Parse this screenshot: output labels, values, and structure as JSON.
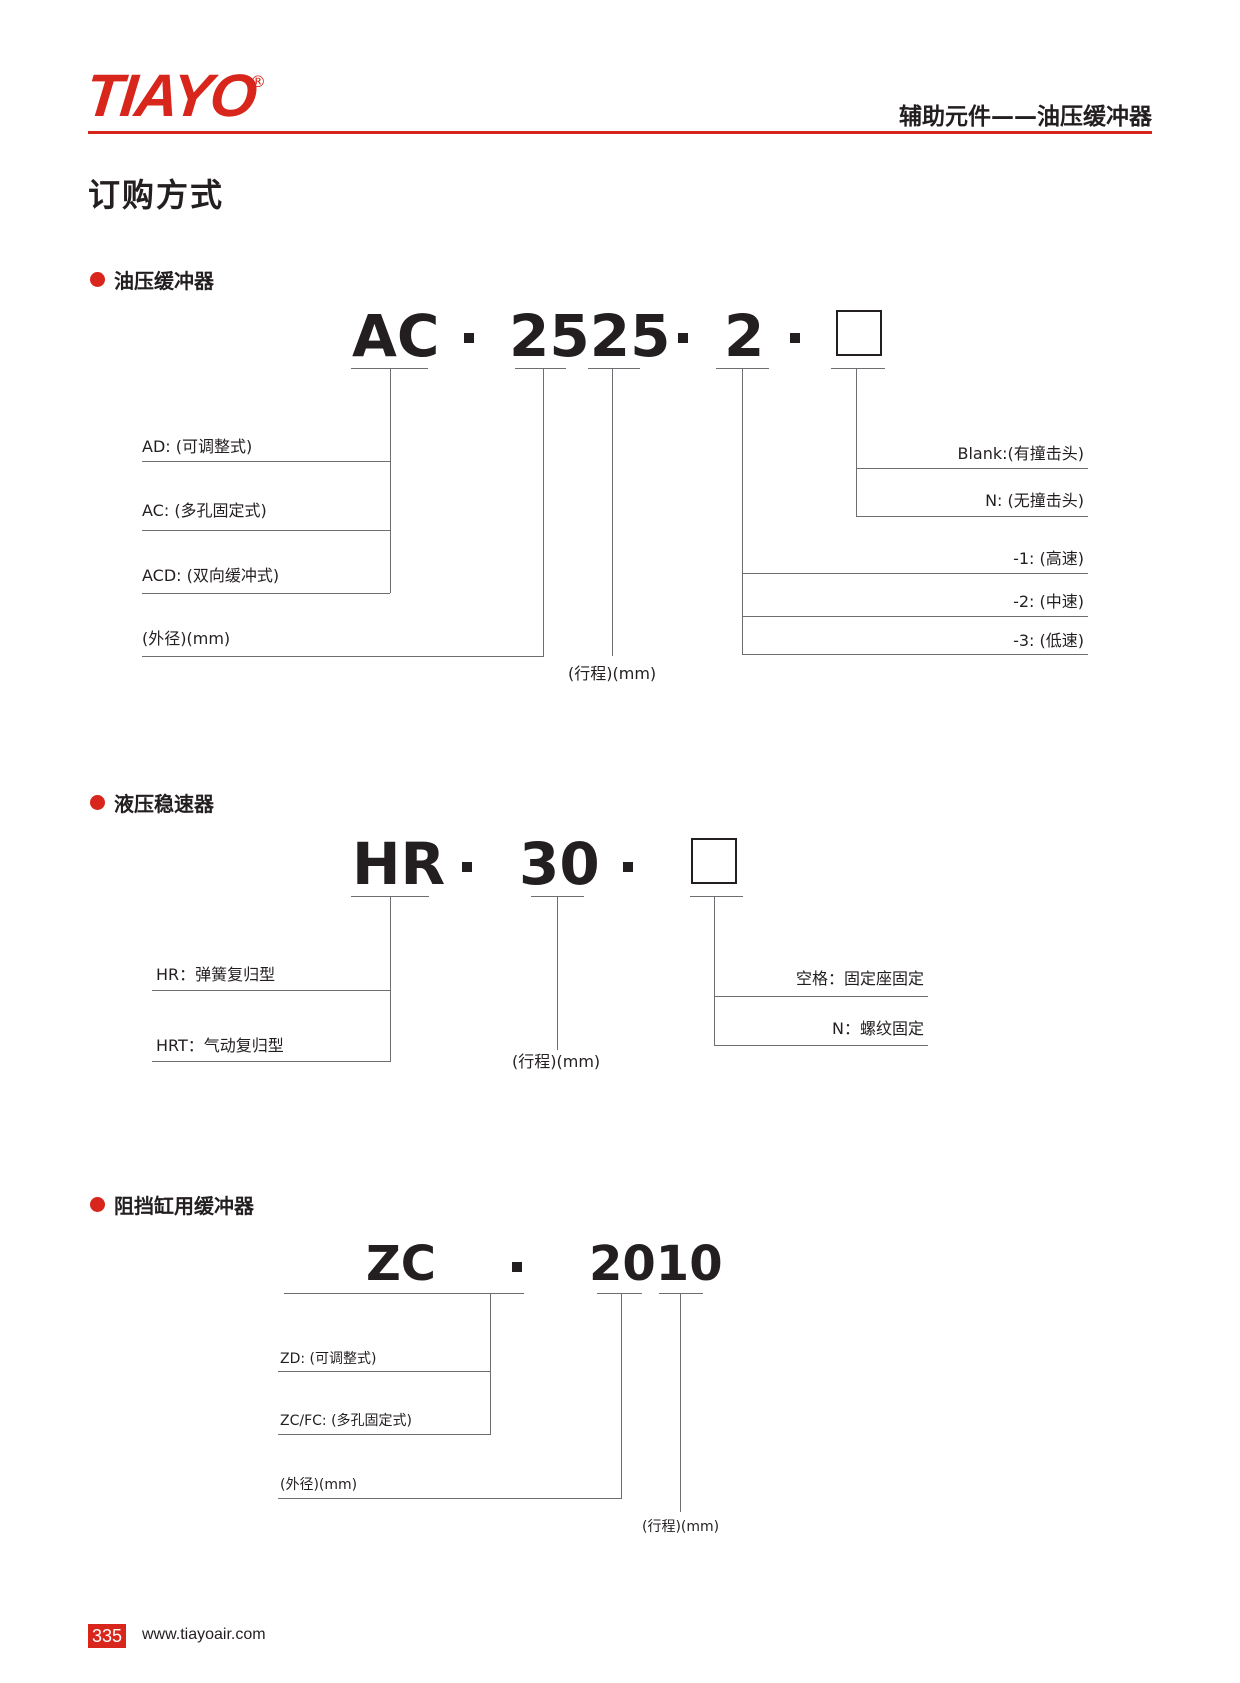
{
  "header": {
    "brand": "TIAYO",
    "registered_mark": "®",
    "title": "辅助元件——油压缓冲器"
  },
  "page_title": "订购方式",
  "colors": {
    "accent": "#d9261c",
    "text": "#231f20",
    "line": "#6d6e71"
  },
  "section1": {
    "title": "油压缓冲器",
    "code": [
      "AC",
      "2525",
      "2"
    ],
    "labels": {
      "ad": "AD: (可调整式)",
      "ac": "AC: (多孔固定式)",
      "acd": "ACD: (双向缓冲式)",
      "diameter": "(外径)(mm)",
      "stroke": "(行程)(mm)",
      "blank": "Blank:(有撞击头)",
      "n": "N: (无撞击头)",
      "s1": "-1: (高速)",
      "s2": "-2: (中速)",
      "s3": "-3: (低速)"
    }
  },
  "section2": {
    "title": "液压稳速器",
    "code": [
      "HR",
      "30"
    ],
    "labels": {
      "hr": "HR：弹簧复归型",
      "hrt": "HRT：气动复归型",
      "stroke": "(行程)(mm)",
      "space": "空格：固定座固定",
      "n": "N：螺纹固定"
    }
  },
  "section3": {
    "title": "阻挡缸用缓冲器",
    "code": [
      "ZC",
      "2010"
    ],
    "labels": {
      "zd": "ZD: (可调整式)",
      "zcfc": "ZC/FC: (多孔固定式)",
      "diameter": "(外径)(mm)",
      "stroke": "(行程)(mm)"
    }
  },
  "footer": {
    "page_number": "335",
    "url": "www.tiayoair.com"
  }
}
